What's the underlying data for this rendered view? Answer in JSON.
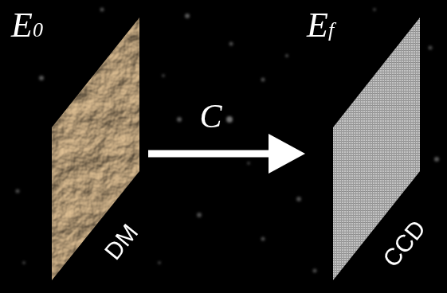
{
  "diagram": {
    "nodes": [
      {
        "text": [
          "E0",
          "DM"
        ]
      },
      {
        "text": [
          "Ef",
          "CCD"
        ]
      }
    ],
    "edges": [
      {
        "from": 0,
        "to": 1,
        "label": "C",
        "arrow": "to"
      }
    ]
  }
}
